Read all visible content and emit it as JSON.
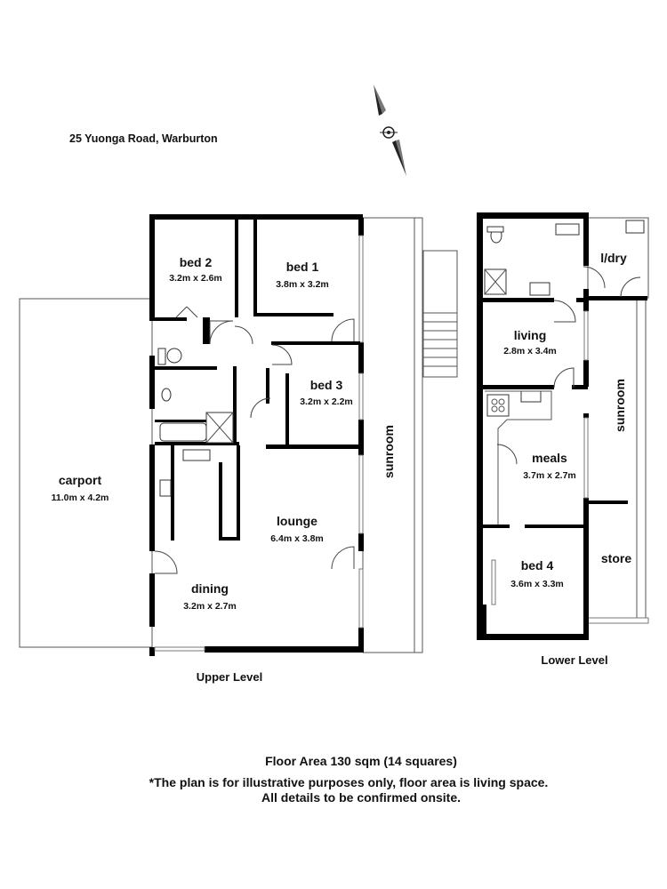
{
  "address": "25 Yuonga Road, Warburton",
  "upper_level": {
    "label": "Upper Level",
    "rooms": [
      {
        "id": "bed2",
        "name": "bed 2",
        "dims": "3.2m x 2.6m"
      },
      {
        "id": "bed1",
        "name": "bed 1",
        "dims": "3.8m x 3.2m"
      },
      {
        "id": "bed3",
        "name": "bed 3",
        "dims": "3.2m x 2.2m"
      },
      {
        "id": "carport",
        "name": "carport",
        "dims": "11.0m x 4.2m"
      },
      {
        "id": "lounge",
        "name": "lounge",
        "dims": "6.4m x 3.8m"
      },
      {
        "id": "dining",
        "name": "dining",
        "dims": "3.2m x 2.7m"
      },
      {
        "id": "sunroom_upper",
        "name": "sunroom",
        "dims": ""
      }
    ]
  },
  "lower_level": {
    "label": "Lower Level",
    "rooms": [
      {
        "id": "ldry",
        "name": "l/dry",
        "dims": ""
      },
      {
        "id": "living",
        "name": "living",
        "dims": "2.8m x 3.4m"
      },
      {
        "id": "sunroom_lower",
        "name": "sunroom",
        "dims": ""
      },
      {
        "id": "meals",
        "name": "meals",
        "dims": "3.7m x 2.7m"
      },
      {
        "id": "store",
        "name": "store",
        "dims": ""
      },
      {
        "id": "bed4",
        "name": "bed 4",
        "dims": "3.6m x 3.3m"
      }
    ]
  },
  "footer": {
    "floor_area": "Floor Area 130 sqm (14 squares)",
    "disclaimer_line1": "*The plan is for illustrative purposes only, floor area is living space.",
    "disclaimer_line2": "All details to be confirmed onsite."
  },
  "icons": {
    "compass": "north-arrow-icon"
  }
}
